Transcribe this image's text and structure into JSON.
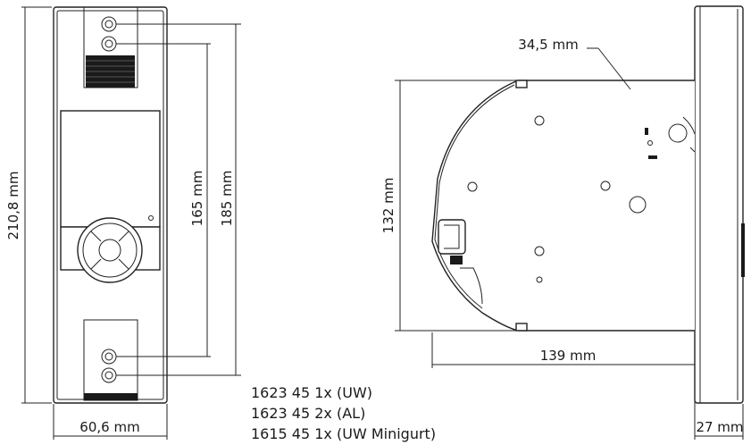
{
  "dimensions": {
    "front_total_height": "210,8 mm",
    "front_hole_outer": "185 mm",
    "front_hole_inner": "165 mm",
    "front_width": "60,6 mm",
    "side_height": "132 mm",
    "side_length": "139 mm",
    "side_offset": "34,5 mm",
    "side_plate_depth": "27 mm"
  },
  "product_codes": [
    "1623 45 1x (UW)",
    "1623 45 2x (AL)",
    "1615 45 1x (UW Minigurt)"
  ],
  "colors": {
    "line": "#222222",
    "dark_fill": "#1a1a1a",
    "display_fill": "#f2f2f2"
  }
}
